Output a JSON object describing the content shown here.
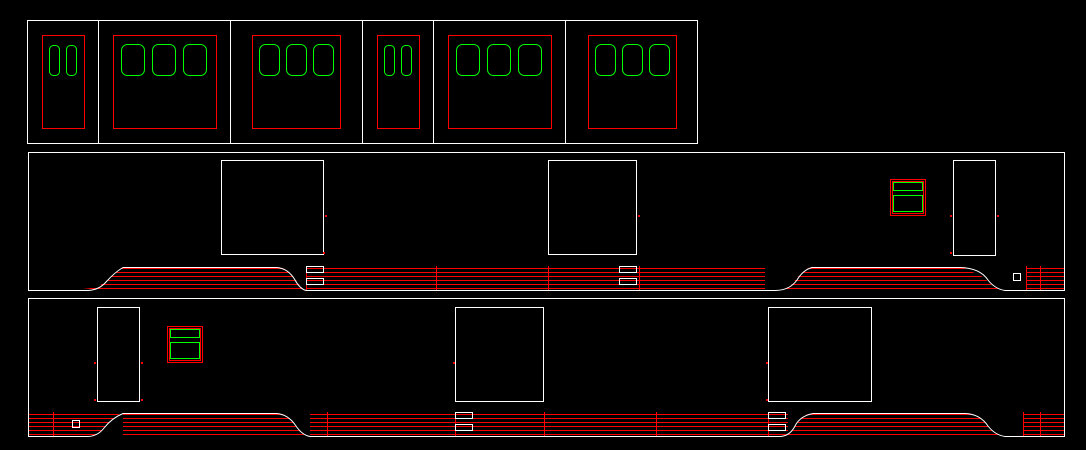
{
  "drawing": {
    "background_color": "#000000",
    "colors": {
      "outline": "#ffffff",
      "red_layer": "#ff0000",
      "green_layer": "#00ff00"
    },
    "end_panels": [
      {
        "id": "end-1",
        "type": "cab-door-2-windows"
      },
      {
        "id": "end-2",
        "type": "end-3-windows"
      },
      {
        "id": "end-3",
        "type": "end-3-windows"
      },
      {
        "id": "end-4",
        "type": "cab-door-2-windows"
      },
      {
        "id": "end-5",
        "type": "end-3-windows"
      },
      {
        "id": "end-6",
        "type": "end-3-windows"
      }
    ],
    "side_elevations": [
      {
        "id": "side-a",
        "openings": [
          "door-large",
          "door-large",
          "window-small",
          "door-narrow"
        ]
      },
      {
        "id": "side-b",
        "openings": [
          "door-narrow",
          "window-small",
          "door-large",
          "door-large"
        ]
      }
    ]
  }
}
